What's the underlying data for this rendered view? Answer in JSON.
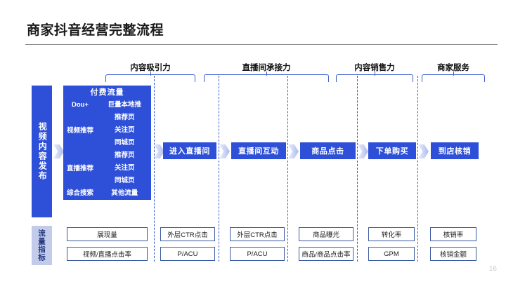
{
  "slide": {
    "title": "商家抖音经营完整流程",
    "page_number": "16",
    "accent_blue": "#2e50d8",
    "bracket_blue": "#3a5bd0",
    "metric_border": "#3a5ba2",
    "side_metric_bg": "#c3cbeb"
  },
  "sections": [
    {
      "label": "内容吸引力"
    },
    {
      "label": "直播间承接力"
    },
    {
      "label": "内容销售力"
    },
    {
      "label": "商家服务"
    }
  ],
  "sidebar": {
    "stage_label": "视频内容发布",
    "metric_label": "流量指标"
  },
  "traffic_grid": {
    "paid_label": "付费流量",
    "paid_channels": [
      "Dou+",
      "巨量本地推"
    ],
    "groups": [
      {
        "label": "视频推荐",
        "items": [
          "推荐页",
          "关注页",
          "同城页"
        ]
      },
      {
        "label": "直播推荐",
        "items": [
          "推荐页",
          "关注页",
          "同城页"
        ]
      }
    ],
    "bottom_channels": [
      "综合搜索",
      "其他流量"
    ]
  },
  "flow_steps": [
    {
      "label": "进入直播间"
    },
    {
      "label": "直播间互动"
    },
    {
      "label": "商品点击"
    },
    {
      "label": "下单购买"
    },
    {
      "label": "到店核销"
    }
  ],
  "metrics": [
    {
      "primary": "展现量",
      "secondary": "视频/直播点击率"
    },
    {
      "primary": "外层CTR点击",
      "secondary": "P/ACU"
    },
    {
      "primary": "外层CTR点击",
      "secondary": "P/ACU"
    },
    {
      "primary": "商品曝光",
      "secondary": "商品/商品点击率"
    },
    {
      "primary": "转化率",
      "secondary": "GPM"
    },
    {
      "primary": "核销率",
      "secondary": "核销金额"
    }
  ]
}
